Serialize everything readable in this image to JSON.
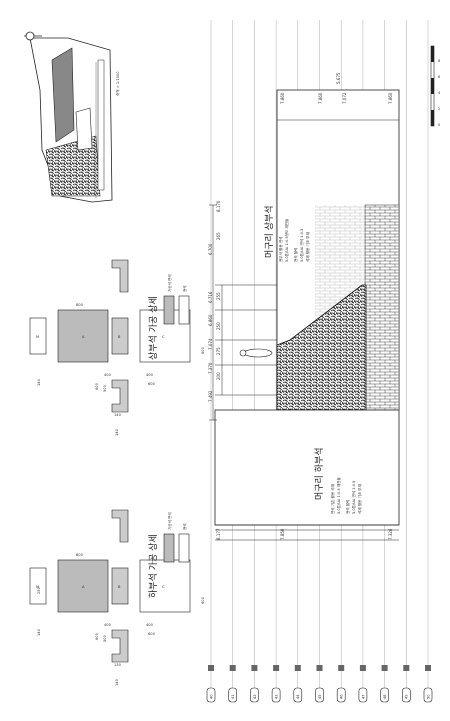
{
  "stations": [
    "40",
    "41",
    "42",
    "43",
    "44",
    "45",
    "46",
    "47",
    "48",
    "49",
    "50"
  ],
  "elevations": [
    "7.492",
    "7.370",
    "7.074",
    "6.860",
    "6.716",
    "6.700"
  ],
  "upper_elevations": [
    "7.860",
    "7.860",
    "7.072",
    "7.860"
  ],
  "upper_labels": [
    "5.675",
    "8.170"
  ],
  "lower_labels": [
    "7.850",
    "8.177",
    "7.326"
  ],
  "dims": [
    "200",
    "275",
    "250",
    "255",
    "265"
  ],
  "label_upper_mound": "머구리 상부석",
  "label_lower_mound": "머구리 하부석",
  "upper_notes": [
    "현무석 활용 면석",
    "5.0톤/UA 1:0.5정도 깨진돌",
    "현석 블럭",
    "5.0톤/UA 면석 1:0.5",
    "석재 활용 기초 부재"
  ],
  "lower_notes": [
    "면석 기존 활용 석재",
    "5.0톤/UA 1:0.5 깨진돌",
    "현석 블럭",
    "5.0톤/UA 면석 1:0.5",
    "석재 활용 기초 부재"
  ],
  "detail_upper_title": "상부석 가공 상세",
  "detail_lower_title": "하부석 가공 상세",
  "detail_dims_upper": [
    "800",
    "400",
    "600",
    "500",
    "600",
    "140",
    "140",
    "140",
    "600",
    "400"
  ],
  "detail_dims_lower": [
    "800",
    "400",
    "600",
    "500",
    "600",
    "140",
    "140",
    "130",
    "600",
    "400",
    "250"
  ],
  "legend_upper": [
    "가공석 면석",
    "현석"
  ],
  "legend_lower": [
    "가공석 면석",
    "현석"
  ],
  "plan_scale_label": "축척 = 1:1000",
  "scale_bar_ticks": [
    "0",
    "2",
    "4",
    "6",
    "8"
  ]
}
